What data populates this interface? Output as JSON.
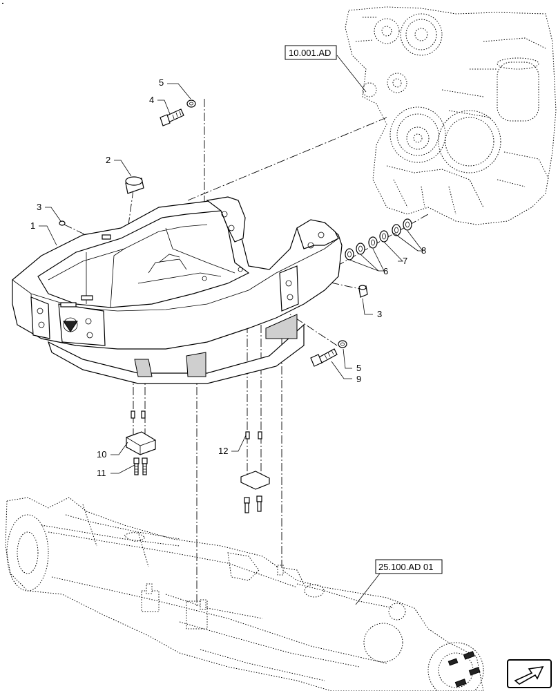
{
  "callouts": [
    {
      "id": "c5a",
      "label": "5"
    },
    {
      "id": "c4",
      "label": "4"
    },
    {
      "id": "c2",
      "label": "2"
    },
    {
      "id": "c3a",
      "label": "3"
    },
    {
      "id": "c1",
      "label": "1"
    },
    {
      "id": "c8",
      "label": "8"
    },
    {
      "id": "c7",
      "label": "7"
    },
    {
      "id": "c6",
      "label": "6"
    },
    {
      "id": "c3b",
      "label": "3"
    },
    {
      "id": "c5b",
      "label": "5"
    },
    {
      "id": "c9",
      "label": "9"
    },
    {
      "id": "c10",
      "label": "10"
    },
    {
      "id": "c11",
      "label": "11"
    },
    {
      "id": "c12",
      "label": "12"
    }
  ],
  "references": {
    "engine": "10.001.AD",
    "axle": "25.100.AD 01"
  },
  "nav_icon": "next-page-arrow-icon"
}
